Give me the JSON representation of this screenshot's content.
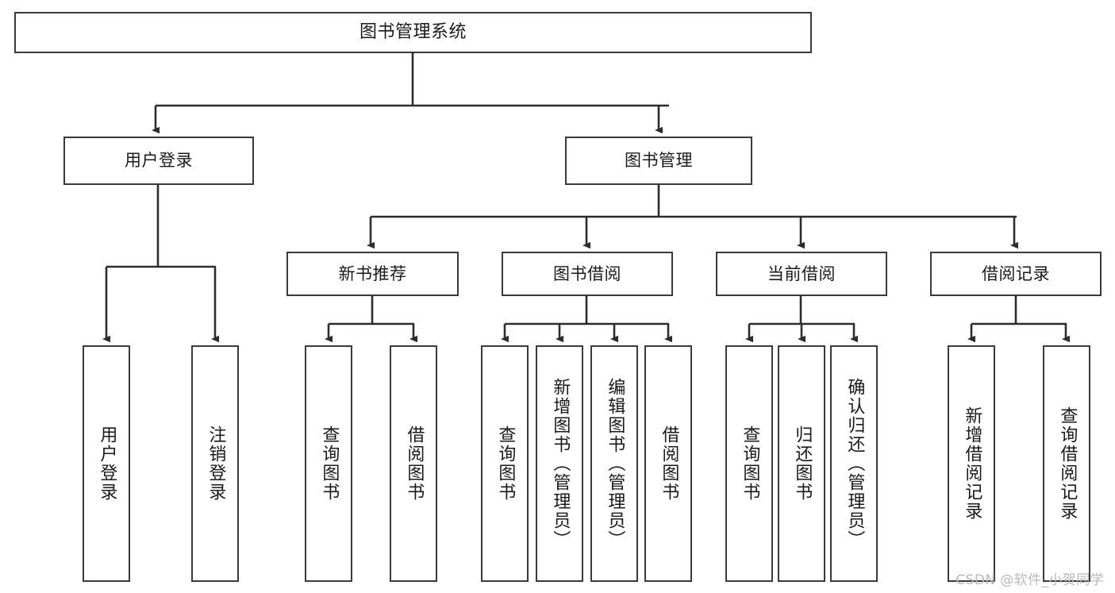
{
  "diagram": {
    "title": "图书管理系统",
    "type": "tree-hierarchy-diagram",
    "colors": {
      "border": "#3a3a3a",
      "fill": "#ffffff",
      "text": "#1a1a1a",
      "watermark": "#b9b9b9"
    },
    "root": {
      "label": "图书管理系统"
    },
    "level2": [
      {
        "label": "用户登录"
      },
      {
        "label": "图书管理"
      }
    ],
    "level3": [
      {
        "label": "新书推荐"
      },
      {
        "label": "图书借阅"
      },
      {
        "label": "当前借阅"
      },
      {
        "label": "借阅记录"
      }
    ],
    "leaves": {
      "user_login": [
        {
          "label": "用户登录"
        },
        {
          "label": "注销登录"
        }
      ],
      "new_book": [
        {
          "label": "查询图书"
        },
        {
          "label": "借阅图书"
        }
      ],
      "book_borrow": [
        {
          "label": "查询图书"
        },
        {
          "label": "新增图书（管理员）"
        },
        {
          "label": "编辑图书（管理员）"
        },
        {
          "label": "借阅图书"
        }
      ],
      "current_borrow": [
        {
          "label": "查询图书"
        },
        {
          "label": "归还图书"
        },
        {
          "label": "确认归还（管理员）"
        }
      ],
      "borrow_record": [
        {
          "label": "新增借阅记录"
        },
        {
          "label": "查询借阅记录"
        }
      ]
    },
    "watermark": "CSDN @软件_小贺同学"
  }
}
